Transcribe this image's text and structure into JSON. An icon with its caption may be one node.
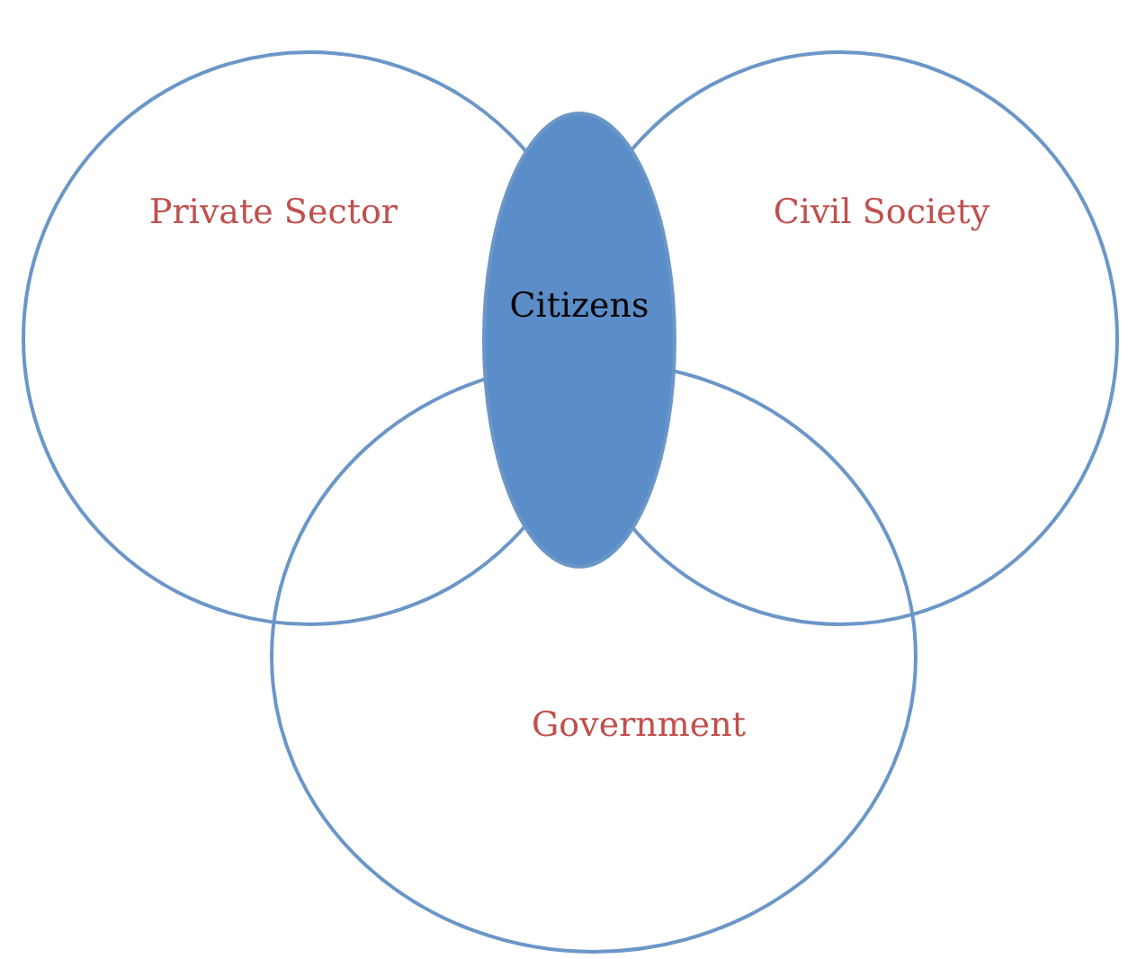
{
  "diagram": {
    "nodes": [
      {
        "text": [
          "Private Sector"
        ]
      },
      {
        "text": [
          "Civil Society"
        ]
      },
      {
        "text": [
          "Government"
        ]
      },
      {
        "text": [
          "Citizens"
        ]
      }
    ],
    "edges": []
  }
}
